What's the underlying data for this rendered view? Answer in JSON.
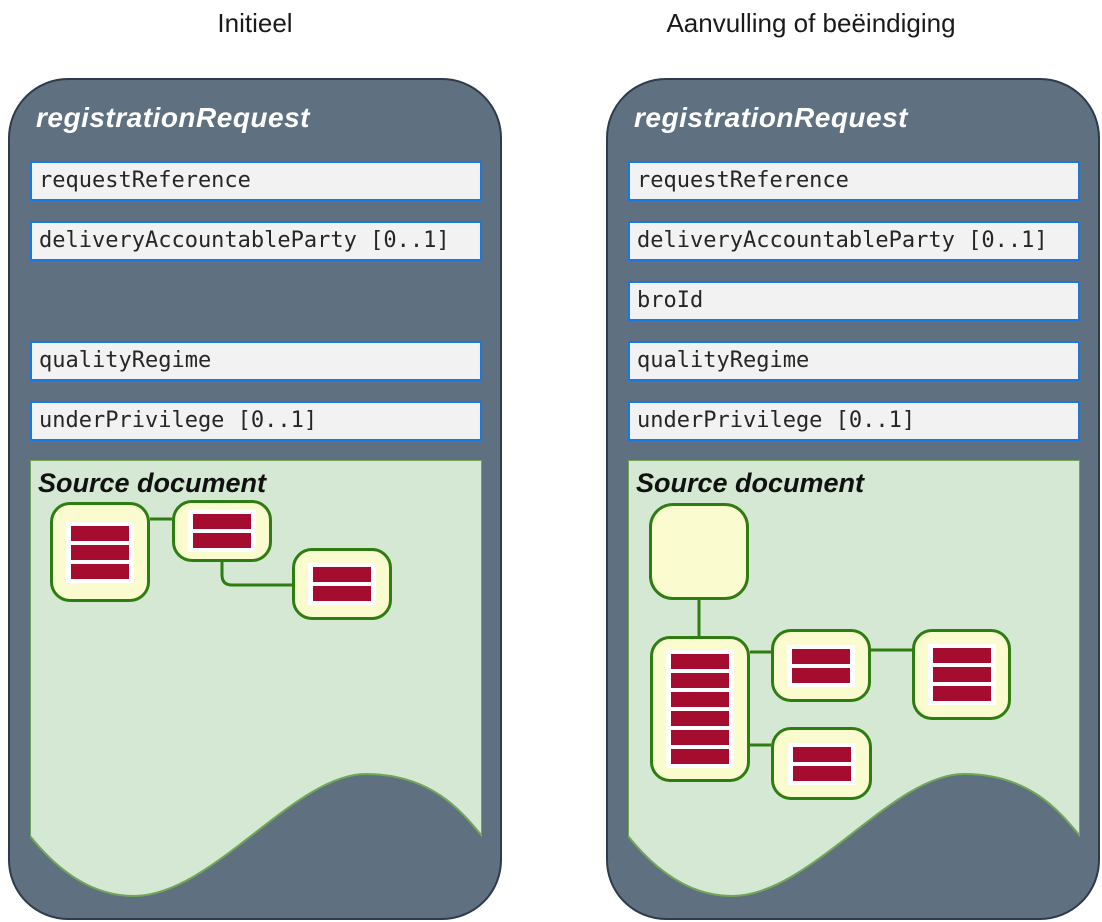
{
  "columns": [
    {
      "heading": "Initieel",
      "panel": {
        "title": "registrationRequest",
        "fields": [
          {
            "label": "requestReference",
            "row": 0
          },
          {
            "label": "deliveryAccountableParty [0..1]",
            "row": 1
          },
          {
            "label": "qualityRegime",
            "row": 3
          },
          {
            "label": "underPrivilege [0..1]",
            "row": 4
          }
        ],
        "source_document": {
          "title": "Source document",
          "nodes": [
            {
              "name": "document-large",
              "bars": 3
            },
            {
              "name": "document-small-top",
              "bars": 2
            },
            {
              "name": "document-small-right",
              "bars": 2
            }
          ]
        }
      }
    },
    {
      "heading": "Aanvulling of beëindiging",
      "panel": {
        "title": "registrationRequest",
        "fields": [
          {
            "label": "requestReference",
            "row": 0
          },
          {
            "label": "deliveryAccountableParty [0..1]",
            "row": 1
          },
          {
            "label": "broId",
            "row": 2
          },
          {
            "label": "qualityRegime",
            "row": 3
          },
          {
            "label": "underPrivilege [0..1]",
            "row": 4
          }
        ],
        "source_document": {
          "title": "Source document",
          "nodes": [
            {
              "name": "document-empty",
              "bars": 0
            },
            {
              "name": "document-tall",
              "bars": 6
            },
            {
              "name": "document-mid-upper",
              "bars": 2
            },
            {
              "name": "document-right",
              "bars": 3
            },
            {
              "name": "document-mid-lower",
              "bars": 2
            }
          ]
        }
      }
    }
  ],
  "colors": {
    "panel_fill": "#5f7080",
    "panel_border": "#2e3b4a",
    "field_fill": "#f2f2f2",
    "field_border": "#1777e3",
    "field_text": "#262626",
    "area_fill": "#d5e8d3",
    "area_border": "#70a757",
    "node_fill": "#fbfbd0",
    "node_border": "#2e7d10",
    "bar_fill": "#a50d30",
    "connector": "#2e7d10"
  }
}
